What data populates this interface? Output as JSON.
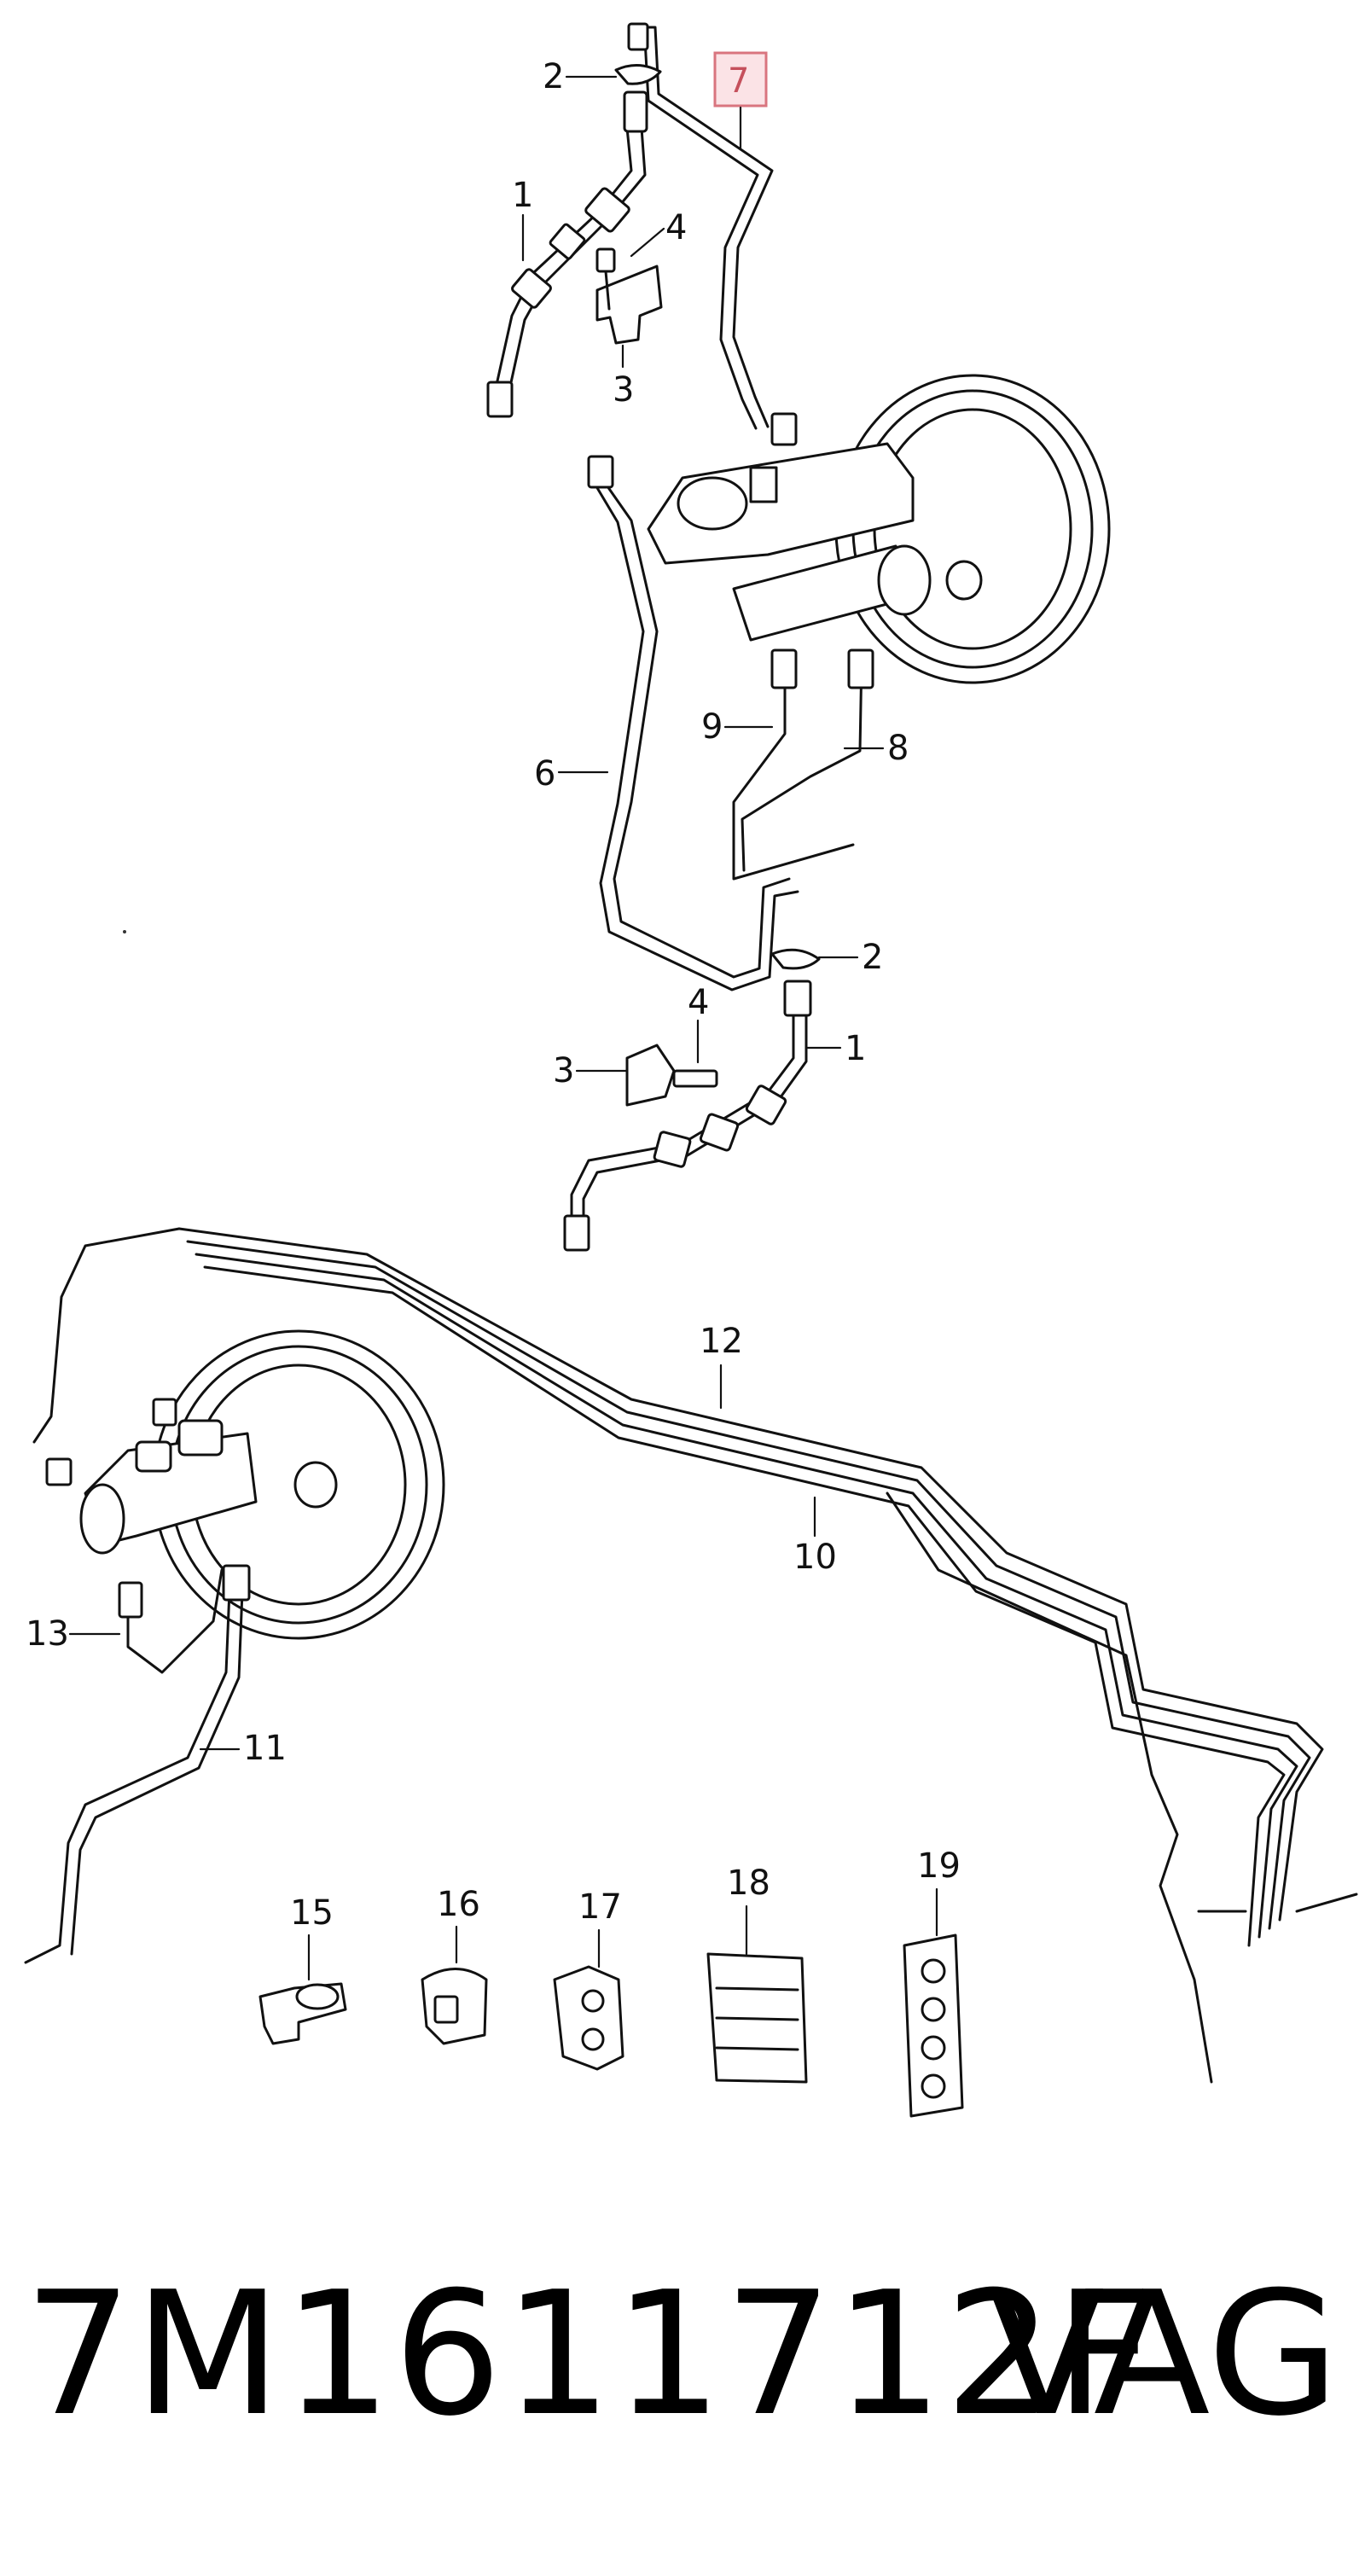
{
  "callouts": {
    "top_1": "1",
    "top_2": "2",
    "top_3": "3",
    "top_4": "4",
    "top_7": "7",
    "mid_6": "6",
    "mid_8": "8",
    "mid_9": "9",
    "mid_2": "2",
    "mid_1": "1",
    "mid_3": "3",
    "mid_4": "4",
    "low_12": "12",
    "low_10": "10",
    "low_13": "13",
    "low_11": "11",
    "clip_15": "15",
    "clip_16": "16",
    "clip_17": "17",
    "clip_18": "18",
    "clip_19": "19"
  },
  "highlight": {
    "label": "7",
    "colors": {
      "fill": "#fbe3e6",
      "stroke": "#d9757f",
      "text": "#c5505c"
    }
  },
  "footer": {
    "part_number": "7M1611712F",
    "brand": "VAG"
  }
}
